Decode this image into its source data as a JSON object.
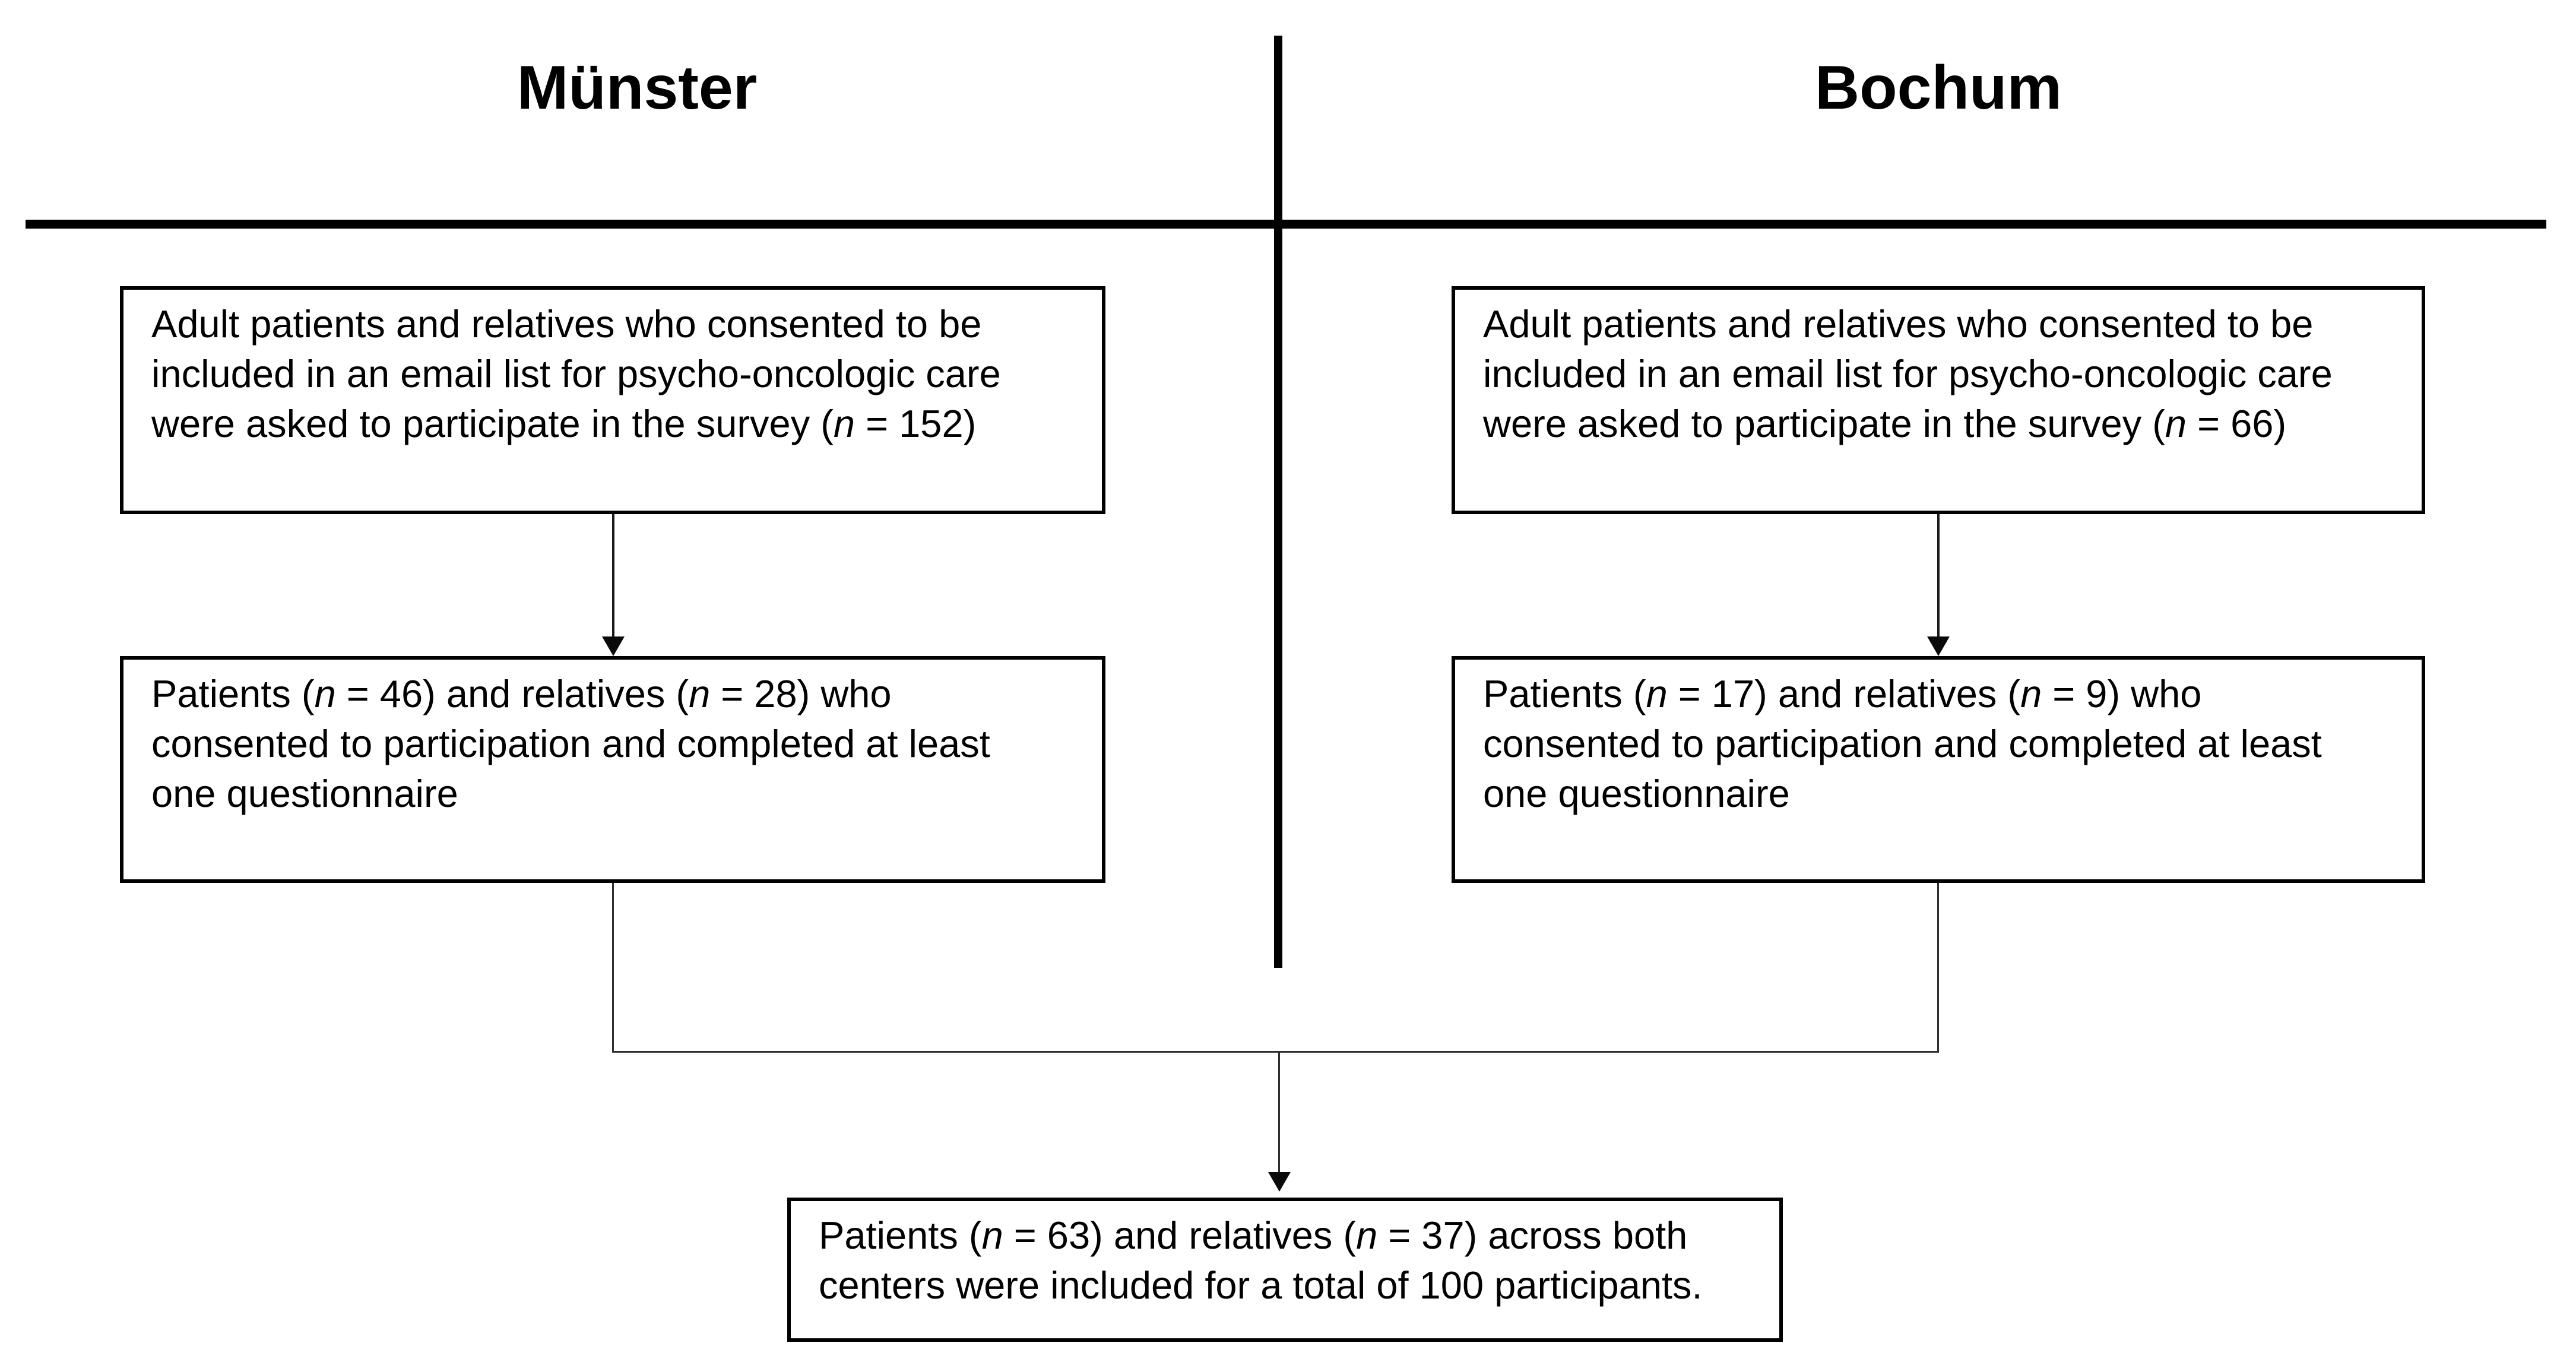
{
  "diagram": {
    "type": "participant-flow",
    "columns": [
      {
        "id": "muenster",
        "title": "Münster"
      },
      {
        "id": "bochum",
        "title": "Bochum"
      }
    ],
    "boxes": {
      "muenster_invited": {
        "lines": [
          [
            {
              "t": "Adult patients and relatives who consented to be"
            }
          ],
          [
            {
              "t": "included in an email list for psycho-oncologic care"
            }
          ],
          [
            {
              "t": "were asked to participate in the survey ("
            },
            {
              "t": "n",
              "i": true
            },
            {
              "t": " = 152)"
            }
          ]
        ]
      },
      "bochum_invited": {
        "lines": [
          [
            {
              "t": "Adult patients and relatives who consented to be"
            }
          ],
          [
            {
              "t": "included in an email list for psycho-oncologic care"
            }
          ],
          [
            {
              "t": "were asked to participate in the survey ("
            },
            {
              "t": "n",
              "i": true
            },
            {
              "t": " = 66)"
            }
          ]
        ]
      },
      "muenster_consented": {
        "lines": [
          [
            {
              "t": "Patients ("
            },
            {
              "t": "n",
              "i": true
            },
            {
              "t": " = 46) and relatives ("
            },
            {
              "t": "n",
              "i": true
            },
            {
              "t": " = 28) who"
            }
          ],
          [
            {
              "t": "consented to participation and completed at least"
            }
          ],
          [
            {
              "t": "one questionnaire"
            }
          ]
        ]
      },
      "bochum_consented": {
        "lines": [
          [
            {
              "t": "Patients ("
            },
            {
              "t": "n",
              "i": true
            },
            {
              "t": " = 17) and relatives ("
            },
            {
              "t": "n",
              "i": true
            },
            {
              "t": " = 9) who"
            }
          ],
          [
            {
              "t": "consented to participation and completed at least"
            }
          ],
          [
            {
              "t": "one questionnaire"
            }
          ]
        ]
      },
      "total_included": {
        "lines": [
          [
            {
              "t": "Patients ("
            },
            {
              "t": "n",
              "i": true
            },
            {
              "t": " = 63) and relatives ("
            },
            {
              "t": "n",
              "i": true
            },
            {
              "t": " = 37) across both"
            }
          ],
          [
            {
              "t": "centers were included for a total of 100 participants."
            }
          ]
        ]
      }
    },
    "colors": {
      "ink": "#000000",
      "connector": "#2e2e2e",
      "background": "#ffffff"
    }
  }
}
